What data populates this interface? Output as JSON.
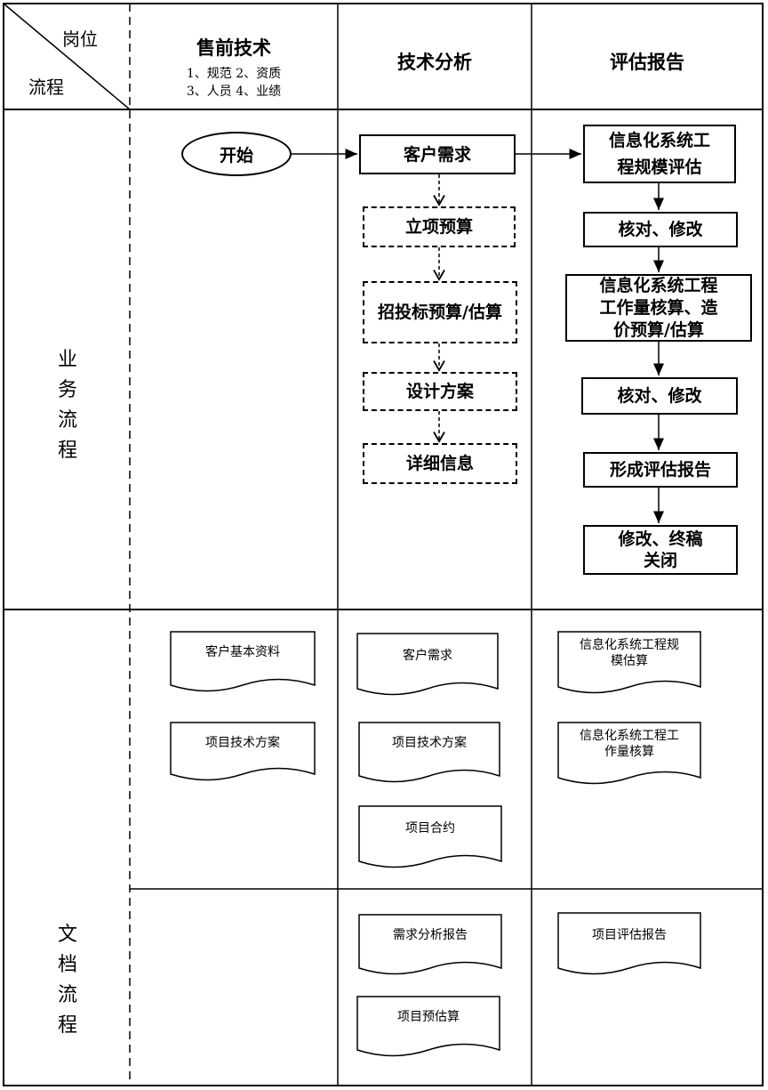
{
  "header": {
    "corner_top": "岗位",
    "corner_bottom": "流程",
    "col1_title": "售前技术",
    "col1_sub_line1": "1、规范 2、资质",
    "col1_sub_line2": "3、人员 4、业绩",
    "col2_title": "技术分析",
    "col3_title": "评估报告"
  },
  "sections": {
    "business": "业务流程",
    "documents": "文档流程"
  },
  "flow": {
    "start": "开始",
    "col2": [
      "客户需求",
      "立项预算",
      "招投标预算/估算",
      "设计方案",
      "详细信息"
    ],
    "col3_1_l1": "信息化系统工",
    "col3_1_l2": "程规模评估",
    "col3_2": "核对、修改",
    "col3_3_l1": "信息化系统工程",
    "col3_3_l2": "工作量核算、造",
    "col3_3_l3": "价预算/估算",
    "col3_4": "核对、修改",
    "col3_5": "形成评估报告",
    "col3_6_l1": "修改、终稿",
    "col3_6_l2": "关闭"
  },
  "documents": {
    "d1": "客户基本资料",
    "d2": "项目技术方案",
    "d3": "客户需求",
    "d4": "项目技术方案",
    "d5": "项目合约",
    "d6_l1": "信息化系统工程规",
    "d6_l2": "模估算",
    "d7_l1": "信息化系统工程工",
    "d7_l2": "作量核算",
    "d8": "需求分析报告",
    "d9": "项目预估算",
    "d10": "项目评估报告"
  }
}
